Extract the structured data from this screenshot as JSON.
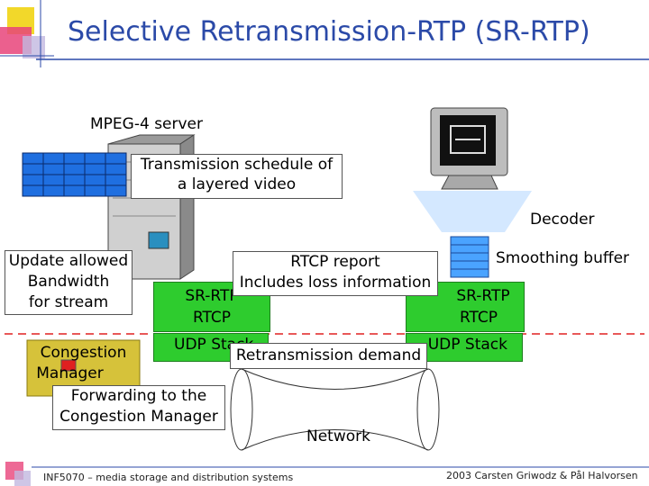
{
  "slide": {
    "title": "Selective Retransmission-RTP (SR-RTP)",
    "labels": {
      "mpeg_server": "MPEG-4 server",
      "decoder": "Decoder",
      "smoothing_buffer": "Smoothing buffer",
      "rtcp_report_1": "RTCP report",
      "rtcp_report_2": "Includes loss information",
      "network": "Network"
    },
    "callouts": {
      "schedule_1": "Transmission schedule of",
      "schedule_2": "a layered video",
      "update_1": "Update allowed",
      "update_2": "Bandwidth",
      "update_3": "for stream",
      "forward_1": "Forwarding to the",
      "forward_2": "Congestion Manager",
      "retransmission": "Retransmission demand"
    },
    "stacks": {
      "left_srrtp": "SR-RTP",
      "left_rtcp": "RTCP",
      "left_udp": "UDP Stack",
      "right_srrtp": "SR-RTP",
      "right_rtcp": "RTCP",
      "right_udp": "UDP Stack",
      "congestion_1": "Congestion",
      "congestion_2": "Manager"
    },
    "footer": {
      "course": "INF5070 – media storage and distribution systems",
      "credit": "2003  Carsten Griwodz & Pål Halvorsen"
    },
    "colors": {
      "title": "#2b4aa8",
      "stack_green": "#2ecc2e",
      "congestion_yellow": "#d6c23a",
      "schedule_blue": "#1f6fe0",
      "buffer_blue": "#4aa3ff",
      "packet_red": "#e02020"
    }
  }
}
